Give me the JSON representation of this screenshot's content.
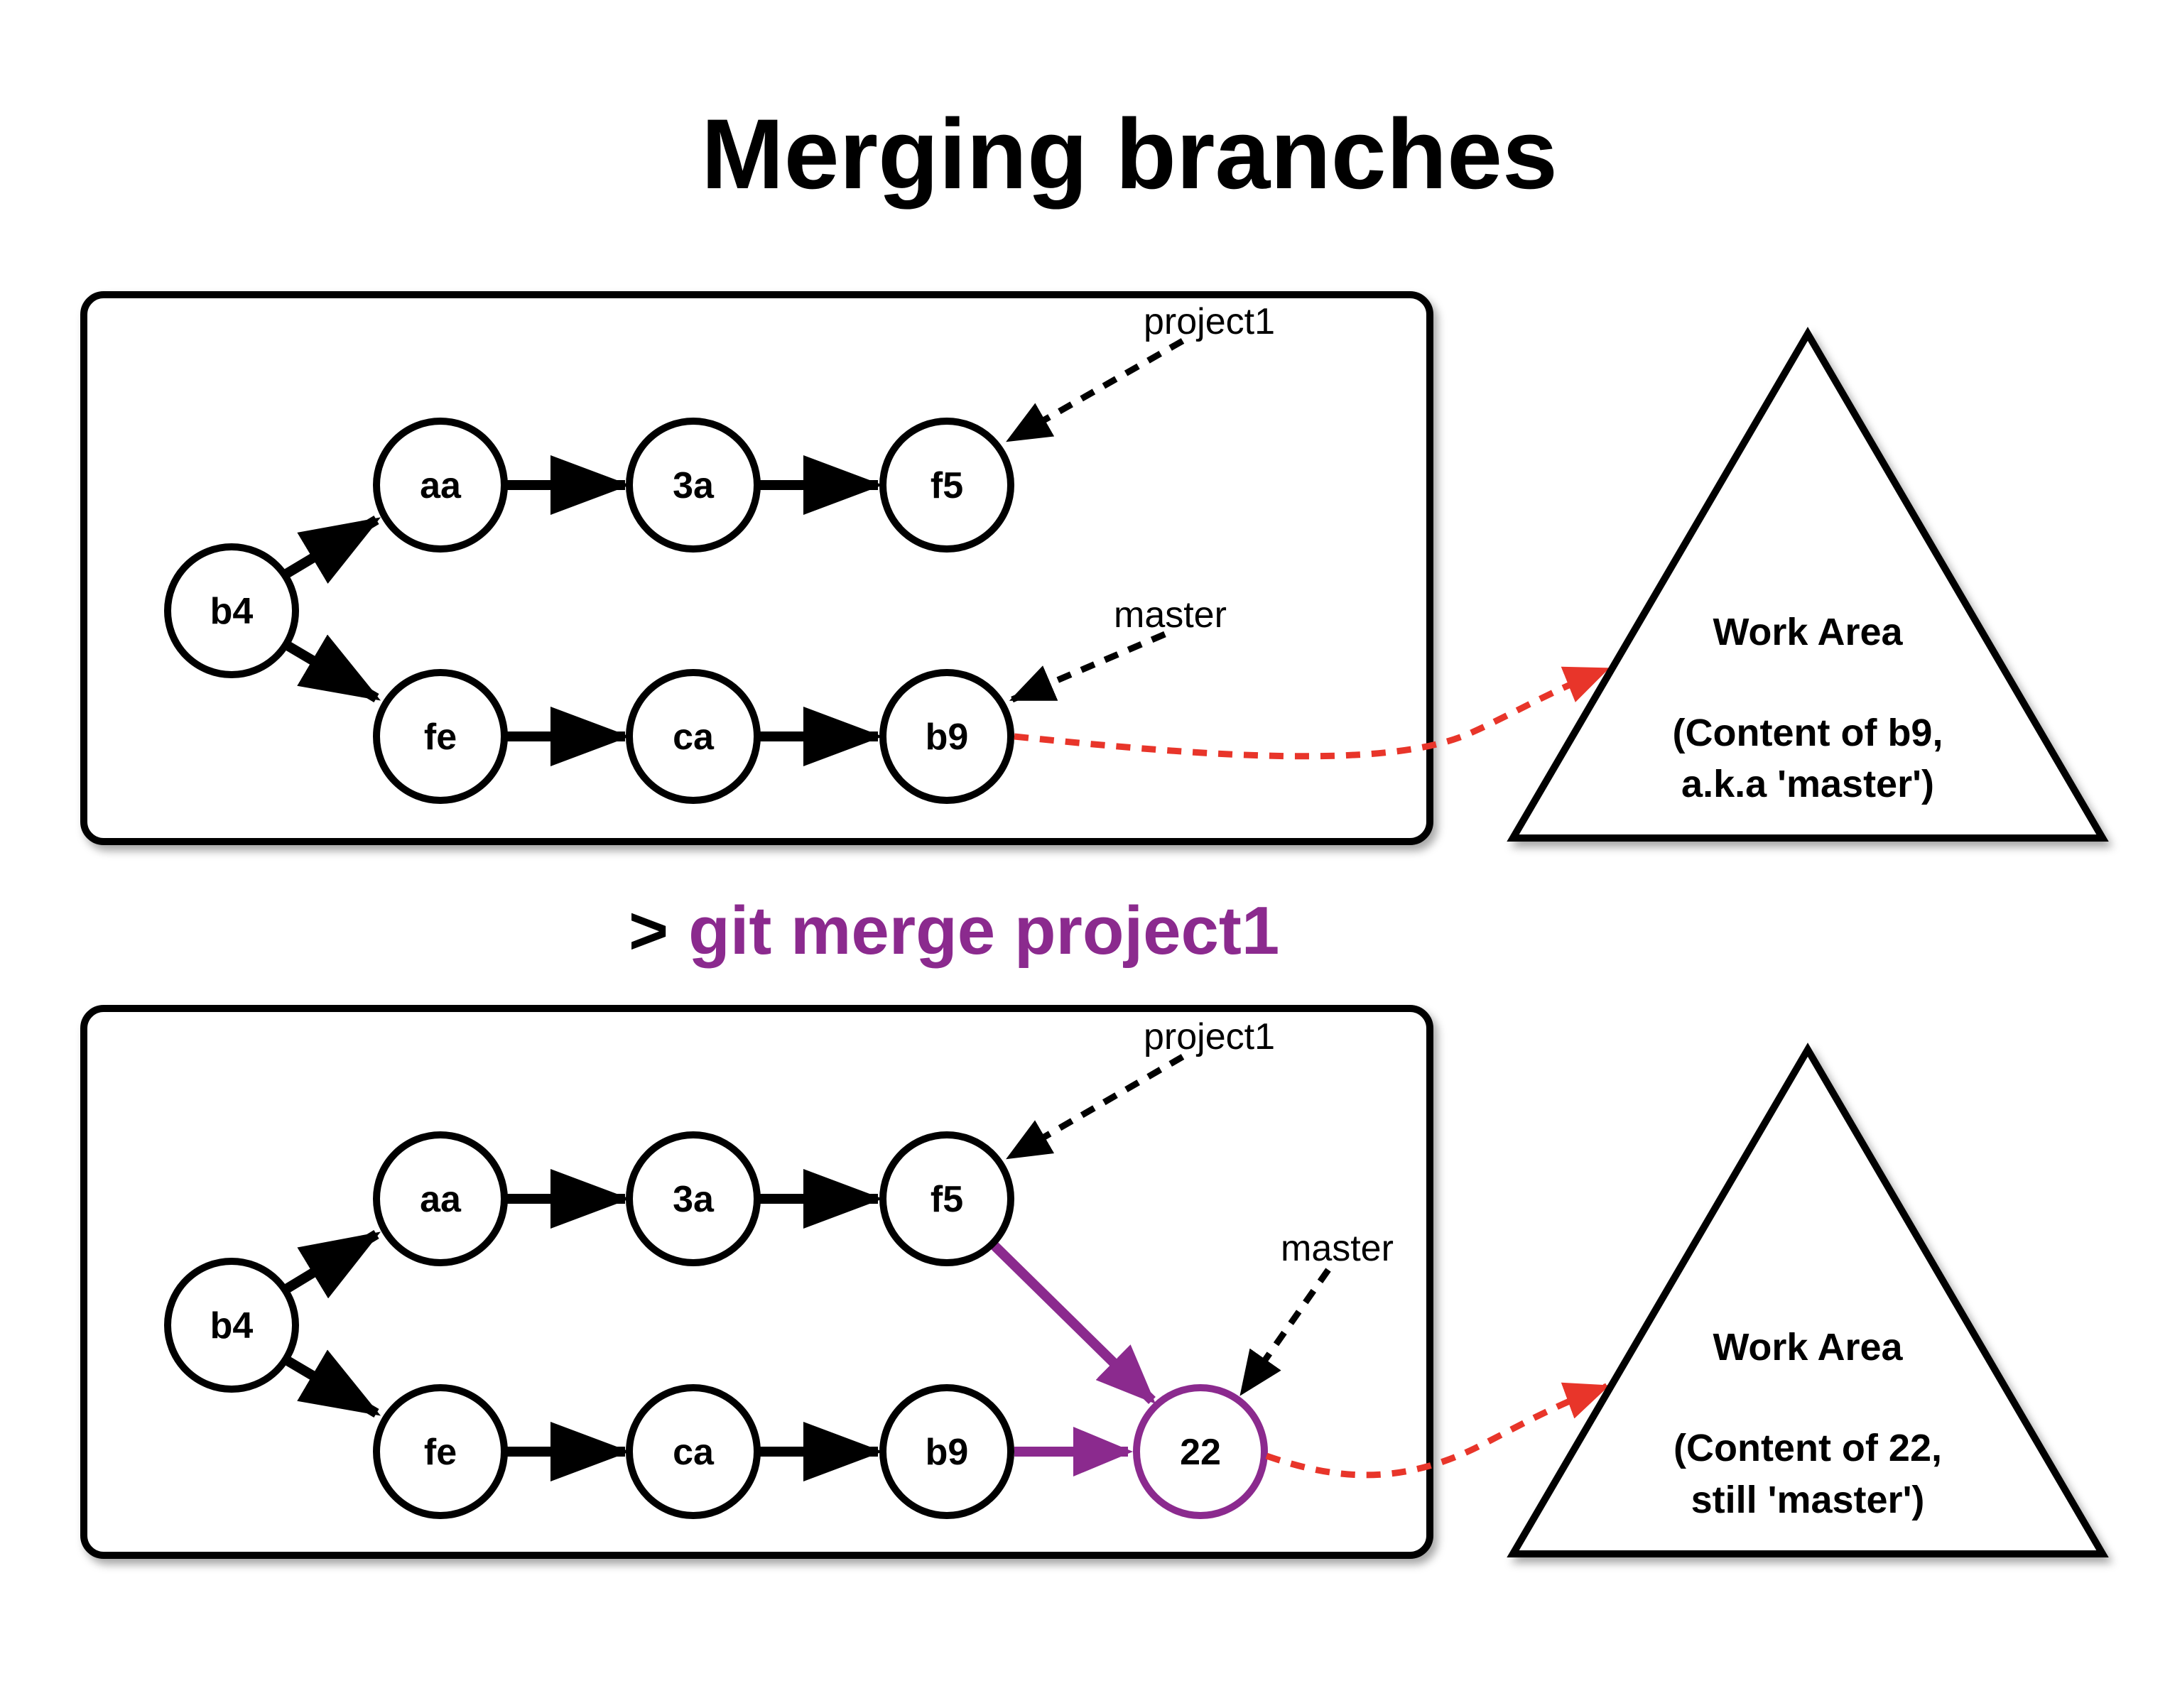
{
  "title": "Merging branches",
  "command": {
    "prompt": ">",
    "text": "git merge project1"
  },
  "colors": {
    "ink": "#000000",
    "merge": "#8b2a8e",
    "workArea": "#e8352a"
  },
  "before": {
    "nodes": {
      "b4": "b4",
      "aa": "aa",
      "a3": "3a",
      "f5": "f5",
      "fe": "fe",
      "ca": "ca",
      "b9": "b9"
    },
    "refs": {
      "project1": "project1",
      "master": "master"
    },
    "workArea": {
      "title": "Work Area",
      "line1": "(Content of b9,",
      "line2": "a.k.a 'master')"
    }
  },
  "after": {
    "nodes": {
      "b4": "b4",
      "aa": "aa",
      "a3": "3a",
      "f5": "f5",
      "fe": "fe",
      "ca": "ca",
      "b9": "b9",
      "m22": "22"
    },
    "refs": {
      "project1": "project1",
      "master": "master"
    },
    "workArea": {
      "title": "Work Area",
      "line1": "(Content of 22,",
      "line2": "still 'master')"
    }
  }
}
